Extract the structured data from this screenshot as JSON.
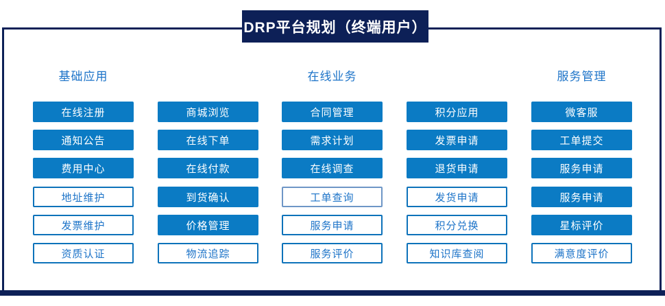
{
  "title": "DRP平台规划（终端用户）",
  "colors": {
    "navy": "#0d2057",
    "button_blue": "#0b7bc4",
    "header_text_blue": "#1c73c8",
    "outline_border_blue": "#0d72ba",
    "muted_outline_border": "#6e96c6",
    "filled_button_text": "#ffffff"
  },
  "groups": [
    {
      "label": "基础应用"
    },
    {
      "label": "在线业务"
    },
    {
      "label": "服务管理"
    }
  ],
  "columns": [
    {
      "items": [
        {
          "label": "在线注册",
          "style": "filled"
        },
        {
          "label": "通知公告",
          "style": "filled"
        },
        {
          "label": "费用中心",
          "style": "filled"
        },
        {
          "label": "地址维护",
          "style": "outline"
        },
        {
          "label": "发票维护",
          "style": "outline"
        },
        {
          "label": "资质认证",
          "style": "outline"
        }
      ]
    },
    {
      "items": [
        {
          "label": "商城浏览",
          "style": "filled"
        },
        {
          "label": "在线下单",
          "style": "filled"
        },
        {
          "label": "在线付款",
          "style": "filled"
        },
        {
          "label": "到货确认",
          "style": "filled"
        },
        {
          "label": "价格管理",
          "style": "filled"
        },
        {
          "label": "物流追踪",
          "style": "outline"
        }
      ]
    },
    {
      "items": [
        {
          "label": "合同管理",
          "style": "filled"
        },
        {
          "label": "需求计划",
          "style": "filled"
        },
        {
          "label": "在线调查",
          "style": "filled"
        },
        {
          "label": "工单查询",
          "style": "outline-muted"
        },
        {
          "label": "服务申请",
          "style": "outline"
        },
        {
          "label": "服务评价",
          "style": "outline"
        }
      ]
    },
    {
      "items": [
        {
          "label": "积分应用",
          "style": "filled"
        },
        {
          "label": "发票申请",
          "style": "filled"
        },
        {
          "label": "退货申请",
          "style": "filled"
        },
        {
          "label": "发货申请",
          "style": "outline"
        },
        {
          "label": "积分兑换",
          "style": "outline"
        },
        {
          "label": "知识库查阅",
          "style": "outline"
        }
      ]
    },
    {
      "items": [
        {
          "label": "微客服",
          "style": "filled"
        },
        {
          "label": "工单提交",
          "style": "filled"
        },
        {
          "label": "服务申请",
          "style": "filled"
        },
        {
          "label": "服务申请",
          "style": "filled"
        },
        {
          "label": "星标评价",
          "style": "filled"
        },
        {
          "label": "满意度评价",
          "style": "outline"
        }
      ]
    }
  ]
}
